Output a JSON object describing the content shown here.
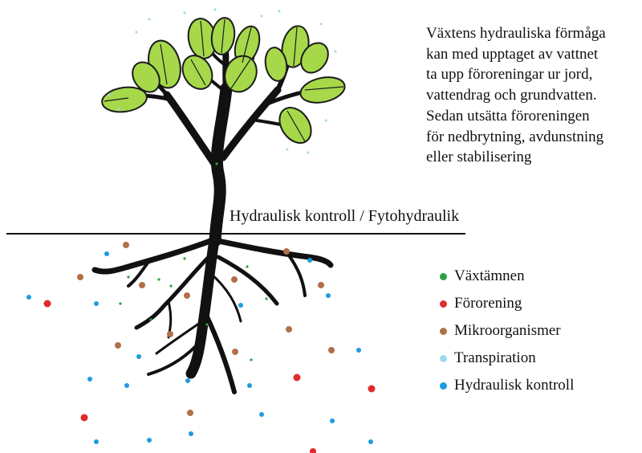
{
  "description_lines": [
    "Växtens hydrauliska förmåga",
    "kan med upptaget av vattnet",
    "ta upp föroreningar ur jord,",
    "vattendrag och grundvatten.",
    "Sedan utsätta föroreningen",
    "för nedbrytning, avdunstning",
    "eller stabilisering"
  ],
  "ground_label": "Hydraulisk kontroll / Fytohydraulik",
  "legend": [
    {
      "label": "Växtämnen",
      "color": "#2ea043"
    },
    {
      "label": "Förorening",
      "color": "#e02b2b"
    },
    {
      "label": "Mikroorganismer",
      "color": "#b0704a"
    },
    {
      "label": "Transpiration",
      "color": "#9fd8ee"
    },
    {
      "label": "Hydraulisk kontroll",
      "color": "#1e9be0"
    }
  ],
  "colors": {
    "leaf": "#a6d84a",
    "leaf_outline": "#1b1b1b",
    "stem": "#111111",
    "ground_line": "#111111"
  }
}
